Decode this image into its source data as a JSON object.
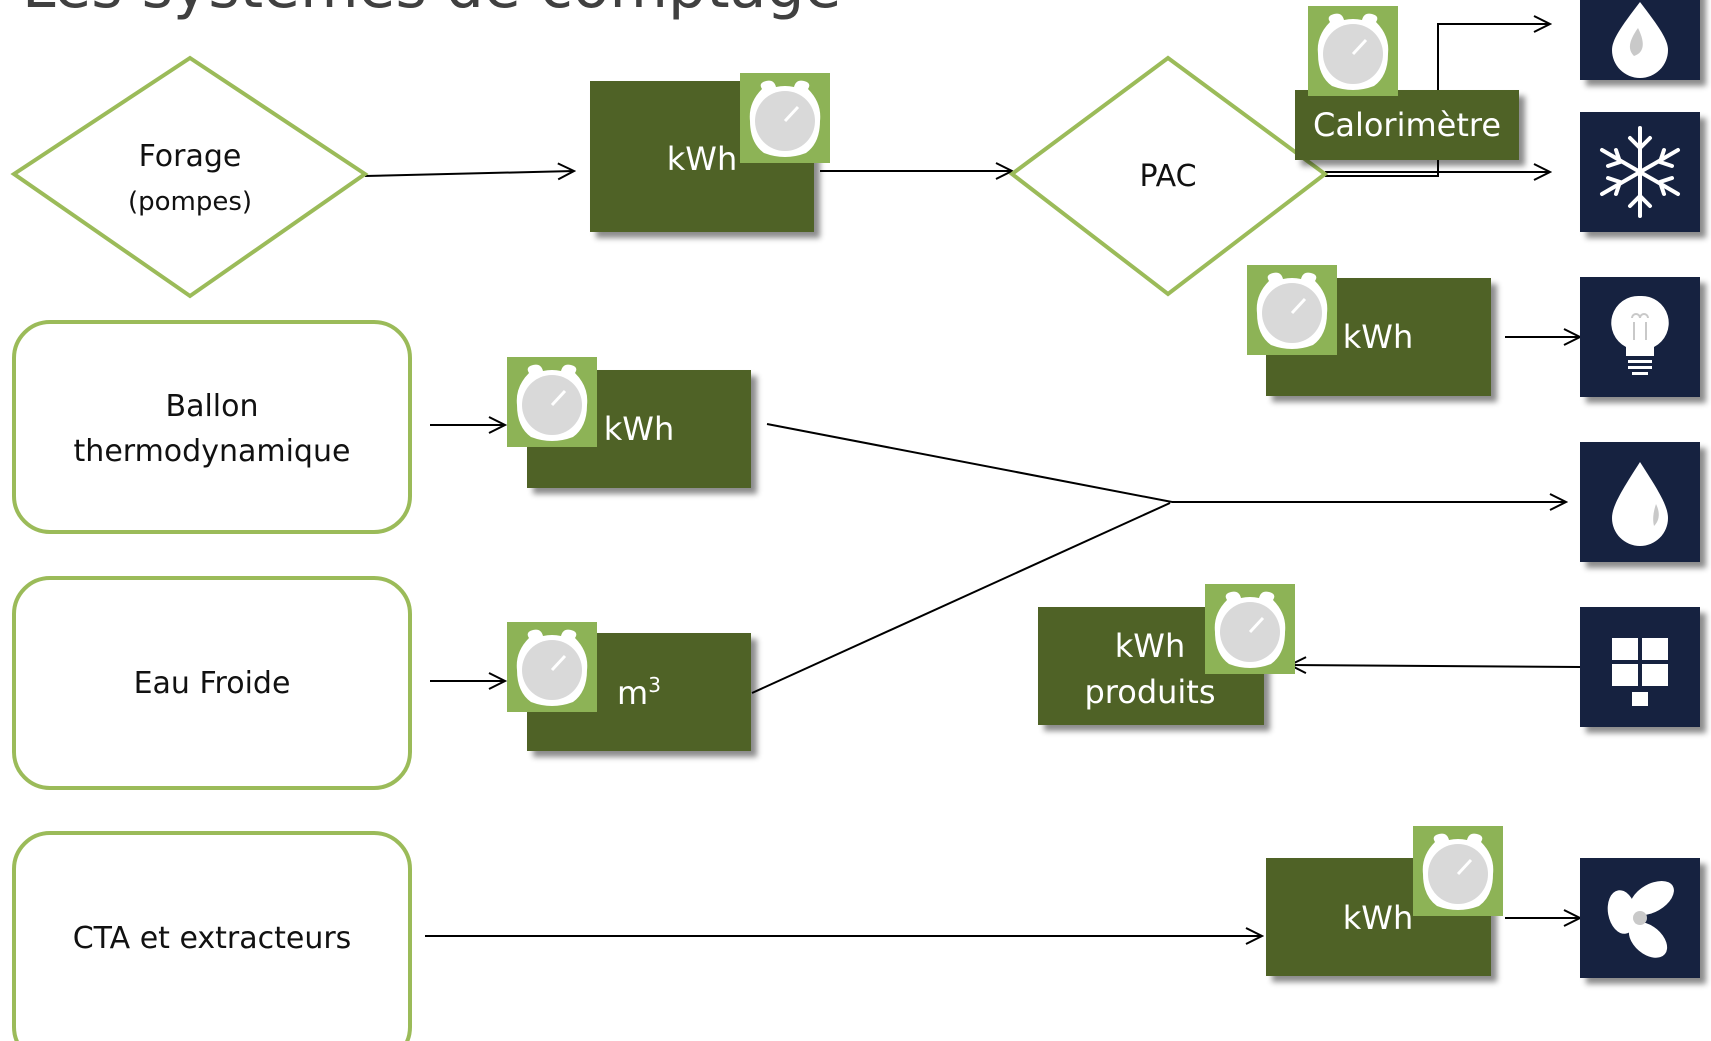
{
  "title": "Les systèmes de comptage",
  "sources": {
    "forage": {
      "label": "Forage",
      "sublabel": "(pompes)"
    },
    "pac": {
      "label": "PAC"
    },
    "ballon": {
      "label_line1": "Ballon",
      "label_line2": "thermodynamique"
    },
    "eau_froide": {
      "label": "Eau Froide"
    },
    "cta": {
      "label": "CTA et extracteurs"
    }
  },
  "meters": {
    "forage": "kWh",
    "calorimetre": "Calorimètre",
    "eclairage": "kWh",
    "ballon": "kWh",
    "eau_froide": "m",
    "eau_froide_sup": "3",
    "solaire_line1": "kWh",
    "solaire_line2": "produits",
    "cta": "kWh"
  },
  "icons": [
    "hot-water-icon",
    "snowflake-icon",
    "lightbulb-icon",
    "water-drop-icon",
    "solar-panel-icon",
    "fan-icon"
  ],
  "colors": {
    "meter_fill": "#4f6228",
    "meter_badge": "#8db356",
    "node_border": "#9bbb59",
    "icon_tile": "#14243f"
  }
}
